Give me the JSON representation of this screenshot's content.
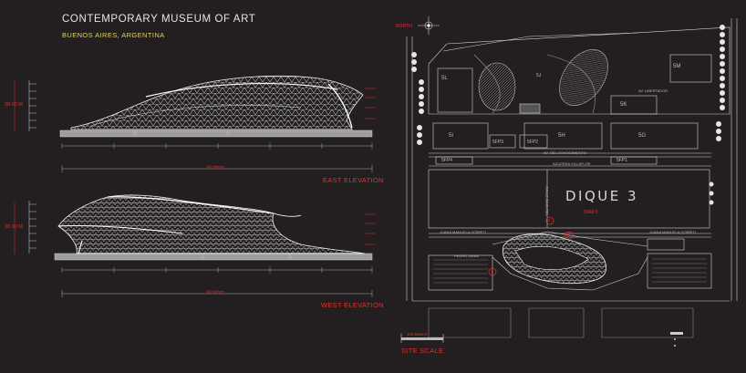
{
  "header": {
    "title": "CONTEMPORARY MUSEUM OF ART",
    "subtitle": "BUENOS AIRES, ARGENTINA"
  },
  "east_elevation": {
    "label": "EAST ELEVATION",
    "height_label": "38.00 M",
    "section_a": "A",
    "section_b": "B",
    "scale_label": "300 Meters"
  },
  "west_elevation": {
    "label": "WEST ELEVATION",
    "height_label": "38.00 M",
    "section_a": "A",
    "section_b": "B",
    "scale_label": "300 Meters"
  },
  "site_plan": {
    "north_label": "NORTH",
    "dique_label": "DIQUE 3",
    "dam_label": "DAM 3",
    "scale_title": "SITE SCALE",
    "scale_value": "100 Meters",
    "block_labels": [
      "5L",
      "5M",
      "5K",
      "5I",
      "5H",
      "5G",
      "5FP3",
      "5FP2",
      "5FP4",
      "5FP1",
      "5J"
    ],
    "street_labels": [
      "AV. DEL CONOCIMIENTO",
      "AV. LIBERTADOR",
      "AZUCENA VILLAFLOR",
      "JUANA MANUELA GORRITI",
      "PEDRO ZANNI",
      "CALLE BAJA DEL"
    ],
    "markers": [
      "1",
      "2",
      "3"
    ]
  },
  "colors": {
    "background": "#231f20",
    "accent_red": "#e0302c",
    "subtitle": "#dcd36a",
    "linework": "#cfcfcf"
  }
}
